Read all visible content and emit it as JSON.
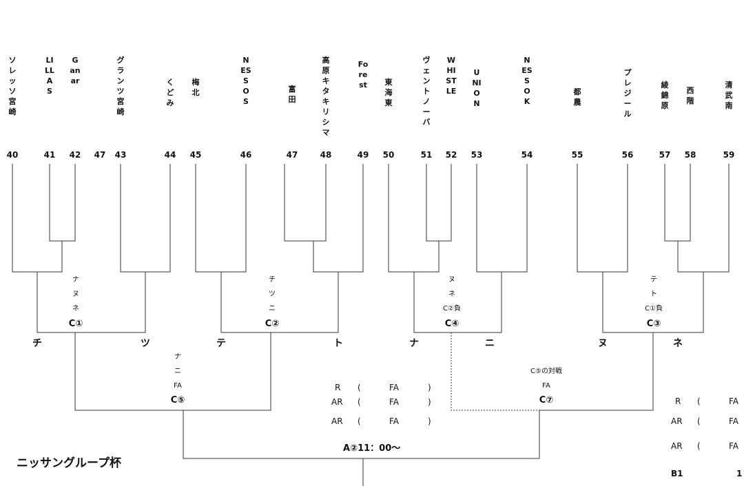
{
  "title": "ニッサングループ杯",
  "teams": [
    {
      "no": "40",
      "name": "ソレッソ宮崎"
    },
    {
      "no": "41",
      "name": "LILLAS"
    },
    {
      "no": "42",
      "name": "Ganar"
    },
    {
      "no": "47",
      "name": ""
    },
    {
      "no": "43",
      "name": "グランツ宮崎"
    },
    {
      "no": "44",
      "name": "くどみ"
    },
    {
      "no": "45",
      "name": "梅北"
    },
    {
      "no": "46",
      "name": "NESSO S"
    },
    {
      "no": "47",
      "name": "富田"
    },
    {
      "no": "48",
      "name": "高原キタキリシマ"
    },
    {
      "no": "49",
      "name": "Forest"
    },
    {
      "no": "50",
      "name": "東海東"
    },
    {
      "no": "51",
      "name": "ヴェントノーバ"
    },
    {
      "no": "52",
      "name": "WHISTLE"
    },
    {
      "no": "53",
      "name": "UNION"
    },
    {
      "no": "54",
      "name": "NESSO K"
    },
    {
      "no": "55",
      "name": "都農"
    },
    {
      "no": "56",
      "name": "プレジール"
    },
    {
      "no": "57",
      "name": "綾錦原"
    },
    {
      "no": "58",
      "name": "西階"
    },
    {
      "no": "59",
      "name": "清武南"
    }
  ],
  "matches": {
    "c1": {
      "label": "C①",
      "notes": [
        "ナ",
        "ヌ",
        "ネ"
      ]
    },
    "c2": {
      "label": "C②",
      "notes": [
        "チ",
        "ツ",
        "ニ"
      ]
    },
    "c4": {
      "label": "C④",
      "notes": [
        "ヌ",
        "ネ",
        "C②負"
      ]
    },
    "c3": {
      "label": "C③",
      "notes": [
        "テ",
        "ト",
        "C①負"
      ]
    },
    "c5": {
      "label": "C⑤",
      "notes": [
        "ナ",
        "ニ",
        "FA"
      ]
    },
    "c7": {
      "label": "C⑦",
      "notes": [
        "C⑤の対戦",
        "FA"
      ]
    }
  },
  "slots": [
    "チ",
    "ツ",
    "テ",
    "ト",
    "ナ",
    "ニ",
    "ヌ",
    "ネ"
  ],
  "referee_center": [
    {
      "role": "R",
      "open": "(",
      "val": "FA",
      "close": ")"
    },
    {
      "role": "AR",
      "open": "(",
      "val": "FA",
      "close": ")"
    },
    {
      "role": "AR",
      "open": "(",
      "val": "FA",
      "close": ")"
    }
  ],
  "referee_right": [
    {
      "role": "R",
      "open": "(",
      "val": "FA"
    },
    {
      "role": "AR",
      "open": "(",
      "val": "FA"
    },
    {
      "role": "AR",
      "open": "(",
      "val": "FA"
    }
  ],
  "final_label": "A②11：00〜",
  "bottom_right": {
    "left": "B1",
    "right": "1"
  }
}
